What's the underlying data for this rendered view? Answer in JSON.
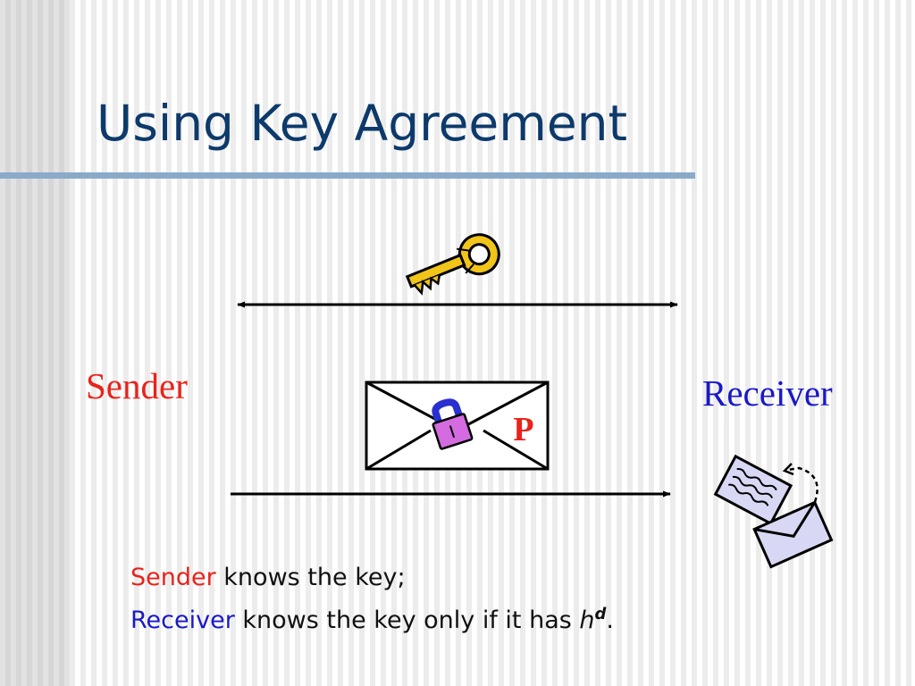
{
  "slide": {
    "title": "Using Key Agreement",
    "sender_label": "Sender",
    "receiver_label": "Receiver",
    "envelope_letter": "P",
    "caption": {
      "line1_subject": "Sender",
      "line1_rest": " knows the key;",
      "line2_subject": "Receiver",
      "line2_rest": " knows the key only if it has ",
      "line2_var": "h",
      "line2_sup": "d",
      "line2_end": "."
    }
  },
  "colors": {
    "title": "#0d3a6b",
    "sender": "#e8231b",
    "receiver": "#1a19c6",
    "key": "#f0c419",
    "lock_body": "#d46be0",
    "lock_shackle": "#2a2fd0"
  },
  "icons": [
    "key-icon",
    "envelope-icon",
    "padlock-icon",
    "mail-tray-icon"
  ]
}
